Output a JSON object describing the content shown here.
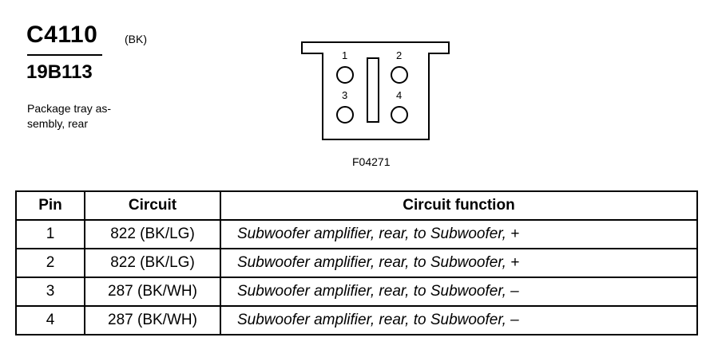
{
  "connector": {
    "id": "C4110",
    "color": "(BK)",
    "part_number": "19B113",
    "description": "Package tray as-\nsembly, rear"
  },
  "diagram": {
    "pin_labels": [
      "1",
      "2",
      "3",
      "4"
    ],
    "figure_id": "F04271"
  },
  "table": {
    "headers": {
      "pin": "Pin",
      "circuit": "Circuit",
      "function": "Circuit function"
    },
    "rows": [
      {
        "pin": "1",
        "circuit": "822 (BK/LG)",
        "function": "Subwoofer amplifier, rear, to Subwoofer, +"
      },
      {
        "pin": "2",
        "circuit": "822 (BK/LG)",
        "function": "Subwoofer amplifier, rear, to Subwoofer, +"
      },
      {
        "pin": "3",
        "circuit": "287 (BK/WH)",
        "function": "Subwoofer amplifier, rear, to Subwoofer, –"
      },
      {
        "pin": "4",
        "circuit": "287 (BK/WH)",
        "function": "Subwoofer amplifier, rear, to Subwoofer, –"
      }
    ]
  }
}
